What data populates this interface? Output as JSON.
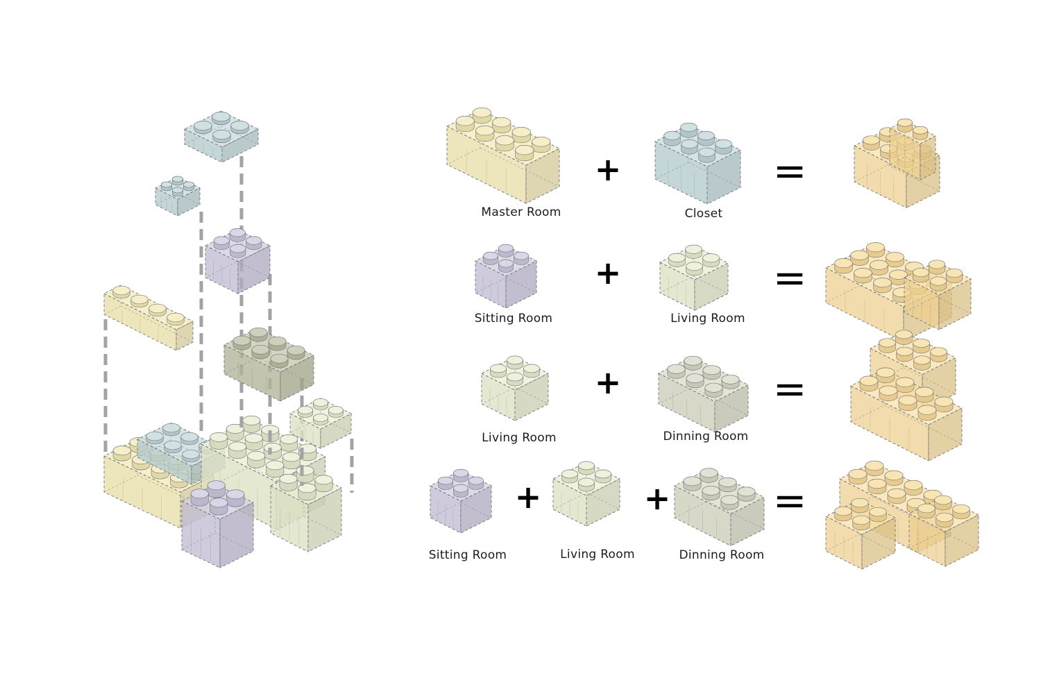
{
  "colors": {
    "master": "#f2e7b0",
    "closet": "#bdd3d6",
    "sitting": "#c9c4dc",
    "living": "#e7ebcc",
    "dining": "#d4d6c0",
    "dining_exploded": "#b9bc9e",
    "combined": "#f7d894",
    "edge": "#6f7479",
    "connector": "#a3a3a3"
  },
  "equations": [
    {
      "terms": [
        {
          "label": "Master Room",
          "room": "master"
        },
        {
          "label": "Closet",
          "room": "closet"
        }
      ],
      "operators": [
        "+",
        "="
      ],
      "result": "combined"
    },
    {
      "terms": [
        {
          "label": "Sitting Room",
          "room": "sitting"
        },
        {
          "label": "Living Room",
          "room": "living"
        }
      ],
      "operators": [
        "+",
        "="
      ],
      "result": "combined"
    },
    {
      "terms": [
        {
          "label": "Living Room",
          "room": "living"
        },
        {
          "label": "Dinning Room",
          "room": "dining"
        }
      ],
      "operators": [
        "+",
        "="
      ],
      "result": "combined"
    },
    {
      "terms": [
        {
          "label": "Sitting Room",
          "room": "sitting"
        },
        {
          "label": "Living Room",
          "room": "living"
        },
        {
          "label": "Dinning Room",
          "room": "dining"
        }
      ],
      "operators": [
        "+",
        "+",
        "="
      ],
      "result": "combined"
    }
  ]
}
